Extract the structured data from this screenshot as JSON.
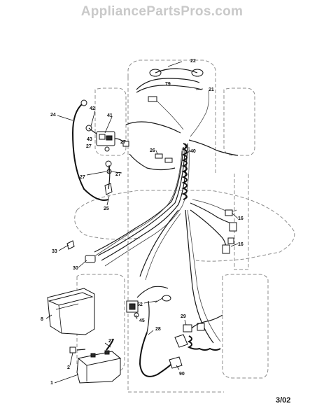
{
  "watermark": "AppliancePartsPros.com",
  "sheet_code": "3/02",
  "callouts": {
    "c1": "1",
    "c2": "2",
    "c8": "8",
    "c16a": "16",
    "c16b": "16",
    "c21": "21",
    "c22": "22",
    "c24": "24",
    "c25": "25",
    "c26": "26",
    "c27a": "27",
    "c27b": "27",
    "c27c": "27",
    "c27d": "27",
    "c27e": "27",
    "c28": "28",
    "c29": "29",
    "c30": "30",
    "c33": "33",
    "c40": "40",
    "c41": "41",
    "c42": "42",
    "c43": "43",
    "c45": "45",
    "c52": "52",
    "c79": "79",
    "c90": "90"
  }
}
